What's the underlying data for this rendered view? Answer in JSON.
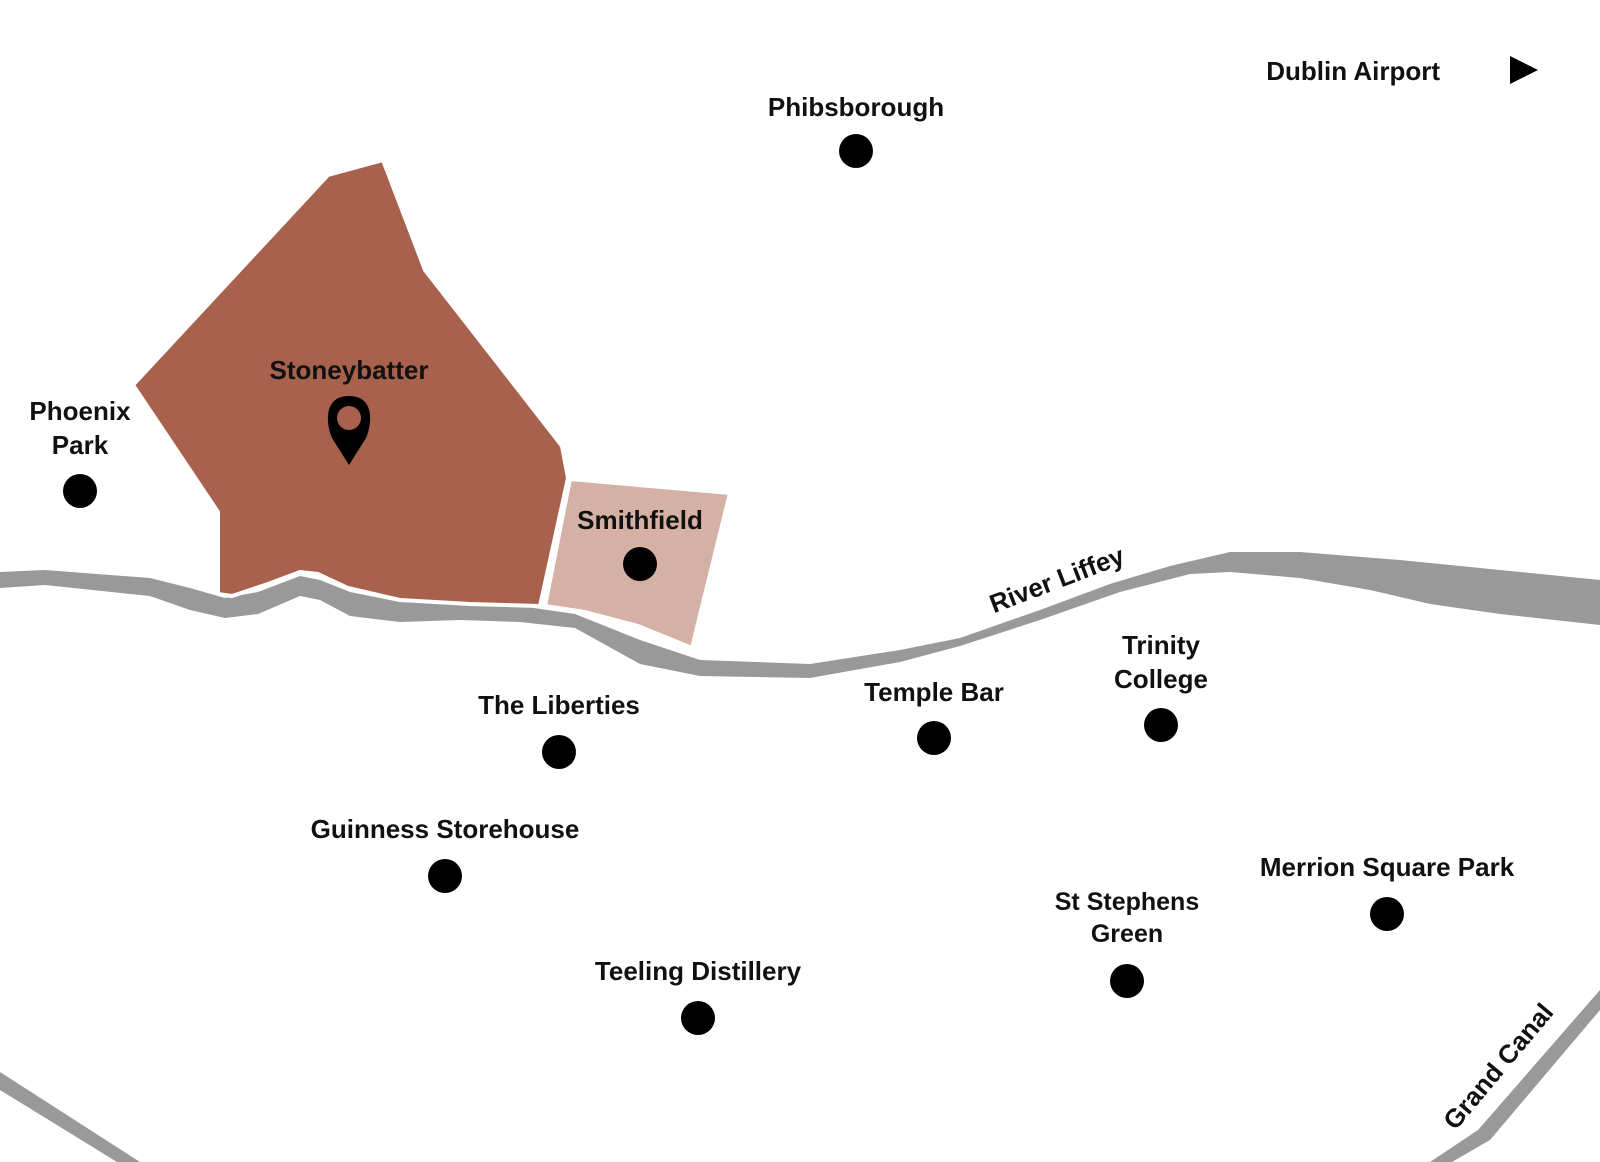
{
  "map": {
    "colors": {
      "background": "#ffffff",
      "highlight_area": "#a8614c",
      "secondary_area": "#d4b0a5",
      "water": "#999999",
      "marker": "#000000",
      "text": "#111111"
    },
    "areas": {
      "stoneybatter": "Stoneybatter",
      "smithfield": "Smithfield"
    },
    "waterways": {
      "river": "River Liffey",
      "canal": "Grand Canal"
    },
    "places": {
      "phibsborough": "Phibsborough",
      "phoenix_park_line1": "Phoenix",
      "phoenix_park_line2": "Park",
      "the_liberties": "The Liberties",
      "temple_bar": "Temple Bar",
      "trinity_line1": "Trinity",
      "trinity_line2": "College",
      "guinness": "Guinness Storehouse",
      "merrion": "Merrion Square Park",
      "stephens_line1": "St Stephens",
      "stephens_line2": "Green",
      "teeling": "Teeling Distillery"
    },
    "airport": {
      "label": "Dublin Airport",
      "icon": "arrow-right-icon"
    },
    "location_marker": "map-pin-icon"
  }
}
